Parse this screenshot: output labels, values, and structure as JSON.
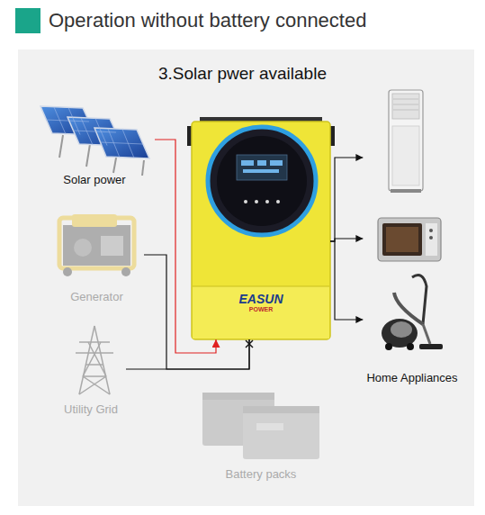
{
  "diagram": {
    "title": "Operation without battery connected",
    "nodes": [
      {
        "text": [
          "Solar power"
        ]
      },
      {
        "text": [
          "EASUN",
          "POWER"
        ]
      },
      {
        "text": [
          "Generator"
        ]
      },
      {
        "text": [
          "Utility Grid"
        ]
      },
      {
        "text": [
          "Battery packs"
        ]
      },
      {
        "text": [
          "Home Appliances"
        ]
      }
    ],
    "edges": [
      {
        "from": 0,
        "to": 1,
        "arrow": "to"
      },
      {
        "from": 2,
        "to": 1,
        "arrow": "none"
      },
      {
        "from": 3,
        "to": 1,
        "arrow": "none"
      },
      {
        "from": 1,
        "to": 5,
        "arrow": "to"
      },
      {
        "from": 1,
        "to": 5,
        "arrow": "to"
      },
      {
        "from": 1,
        "to": 5,
        "arrow": "to"
      }
    ],
    "labels": [
      "3.Solar pwer available"
    ]
  }
}
